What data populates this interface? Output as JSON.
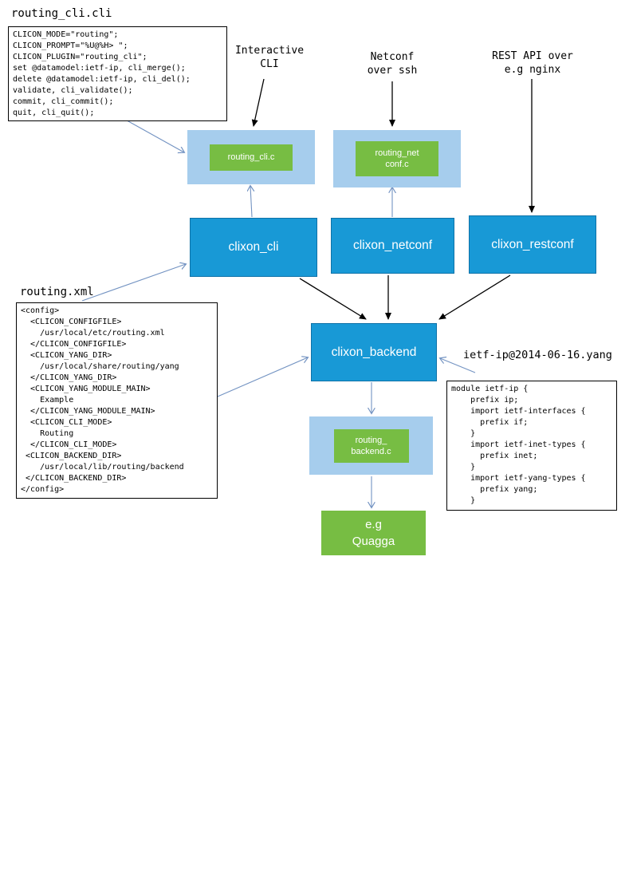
{
  "colors": {
    "process_blue": "#1899d6",
    "plugin_holder_light_blue": "#a6cded",
    "plugin_green": "#77bd43",
    "connector_blue": "#7393c2",
    "connector_black": "#000000"
  },
  "cli_spec": {
    "title": "routing_cli.cli",
    "code": [
      "CLICON_MODE=\"routing\";",
      "CLICON_PROMPT=\"%U@%H> \";",
      "CLICON_PLUGIN=\"routing_cli\";",
      "set @datamodel:ietf-ip, cli_merge();",
      "delete @datamodel:ietf-ip, cli_del();",
      "validate, cli_validate();",
      "commit, cli_commit();",
      "quit, cli_quit();"
    ]
  },
  "interfaces": {
    "cli_label": [
      "Interactive",
      "CLI"
    ],
    "netconf_label": [
      "Netconf",
      "over ssh"
    ],
    "restconf_label": [
      "REST API over",
      "e.g nginx"
    ]
  },
  "plugins": {
    "cli": "routing_cli.c",
    "netconf": [
      "routing_net",
      "conf.c"
    ],
    "backend": [
      "routing_",
      "backend.c"
    ]
  },
  "processes": {
    "cli": "clixon_cli",
    "netconf": "clixon_netconf",
    "restconf": "clixon_restconf",
    "backend": "clixon_backend"
  },
  "config_file": {
    "title": "routing.xml",
    "code": [
      "<config>",
      "  <CLICON_CONFIGFILE>",
      "    /usr/local/etc/routing.xml",
      "  </CLICON_CONFIGFILE>",
      "  <CLICON_YANG_DIR>",
      "    /usr/local/share/routing/yang",
      "  </CLICON_YANG_DIR>",
      "  <CLICON_YANG_MODULE_MAIN>",
      "    Example",
      "  </CLICON_YANG_MODULE_MAIN>",
      "  <CLICON_CLI_MODE>",
      "    Routing",
      "  </CLICON_CLI_MODE>",
      " <CLICON_BACKEND_DIR>",
      "    /usr/local/lib/routing/backend",
      " </CLICON_BACKEND_DIR>",
      "</config>"
    ]
  },
  "yang_module": {
    "title": "ietf-ip@2014-06-16.yang",
    "code": [
      "module ietf-ip {",
      "    prefix ip;",
      "    import ietf-interfaces {",
      "      prefix if;",
      "    }",
      "    import ietf-inet-types {",
      "      prefix inet;",
      "    }",
      "    import ietf-yang-types {",
      "      prefix yang;",
      "    }"
    ]
  },
  "router": [
    "e.g",
    "Quagga"
  ]
}
